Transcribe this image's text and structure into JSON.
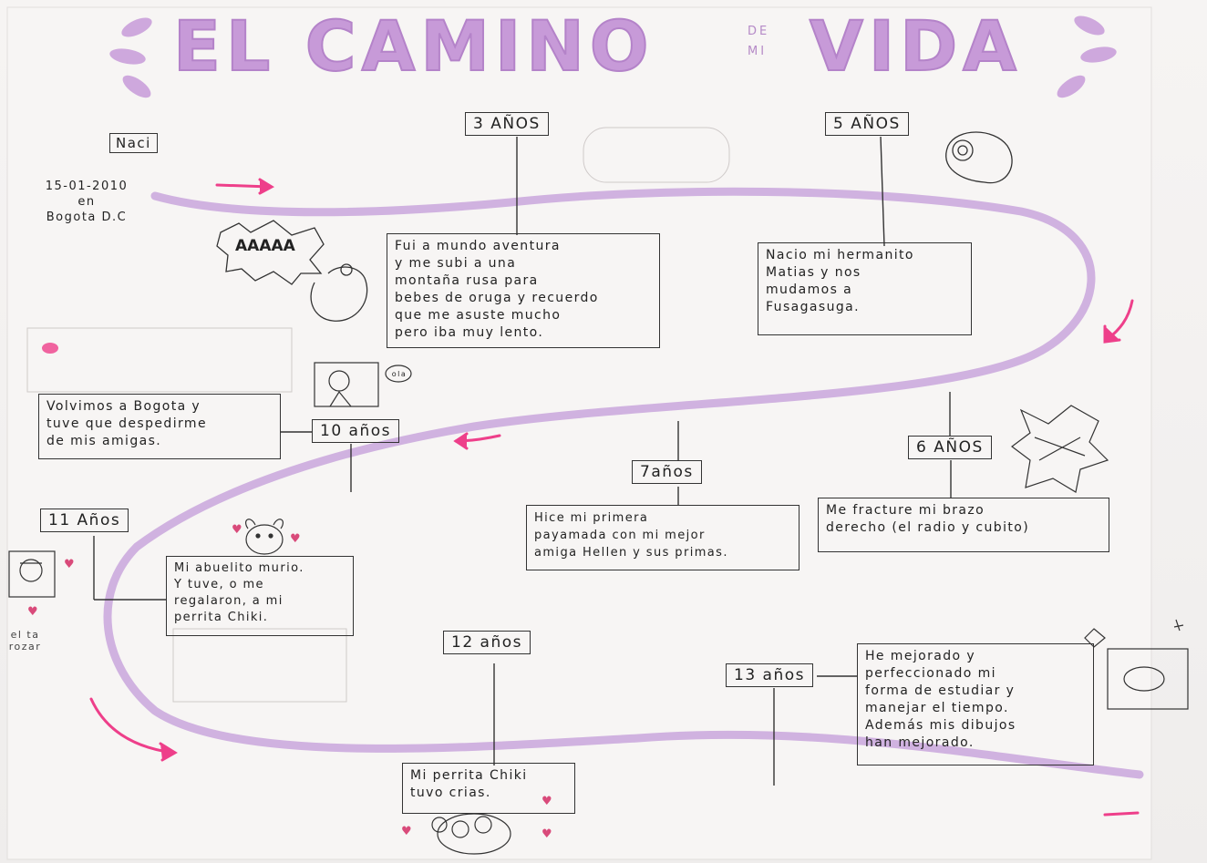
{
  "title": {
    "main_left": "EL CAMINO",
    "connector": "DE\nMI",
    "main_right": "VIDA"
  },
  "colors": {
    "path": "#c9a6dc",
    "title": "#c79ad8",
    "arrow": "#ee3f8a",
    "ink": "#2a2a2a",
    "paper": "#f4f2f1"
  },
  "start": {
    "label": "Naci",
    "date": "15-01-2010\nen\nBogota D.C"
  },
  "milestones": [
    {
      "age": "3 AÑOS",
      "text": "Fui a mundo aventura\ny me subi a una\nmontaña rusa para\nbebes de oruga y recuerdo\nque me asuste mucho\npero iba muy lento."
    },
    {
      "age": "5 AÑOS",
      "text": "Nacio mi hermanito\nMatias y nos\nmudamos a\nFusagasuga."
    },
    {
      "age": "6 AÑOS",
      "text": "Me fracture mi brazo\nderecho (el radio y cubito)"
    },
    {
      "age": "7años",
      "text": "Hice mi primera\npayamada con mi mejor\namiga Hellen y sus primas."
    },
    {
      "age": "10 años",
      "text": "Volvimos a Bogota y\ntuve que despedirme\nde mis amigas."
    },
    {
      "age": "11 Años",
      "text": "Mi abuelito murio.\nY tuve, o me\nregalaron, a mi\nperrita Chiki."
    },
    {
      "age": "12 años",
      "text": "Mi perrita Chiki\ntuvo crias."
    },
    {
      "age": "13 años",
      "text": "He mejorado y\nperfeccionado mi\nforma de estudiar y\nmanejar el tiempo.\nAdemás mis dibujos\nhan mejorado."
    }
  ],
  "doodles": {
    "scream": "AAAAA",
    "speech": "ola",
    "side_note": "el ta\nrozar"
  },
  "icons": [
    "arrow-icon",
    "heart-icon",
    "baby-icon",
    "cast-icon",
    "dog-icon",
    "star-icon"
  ]
}
